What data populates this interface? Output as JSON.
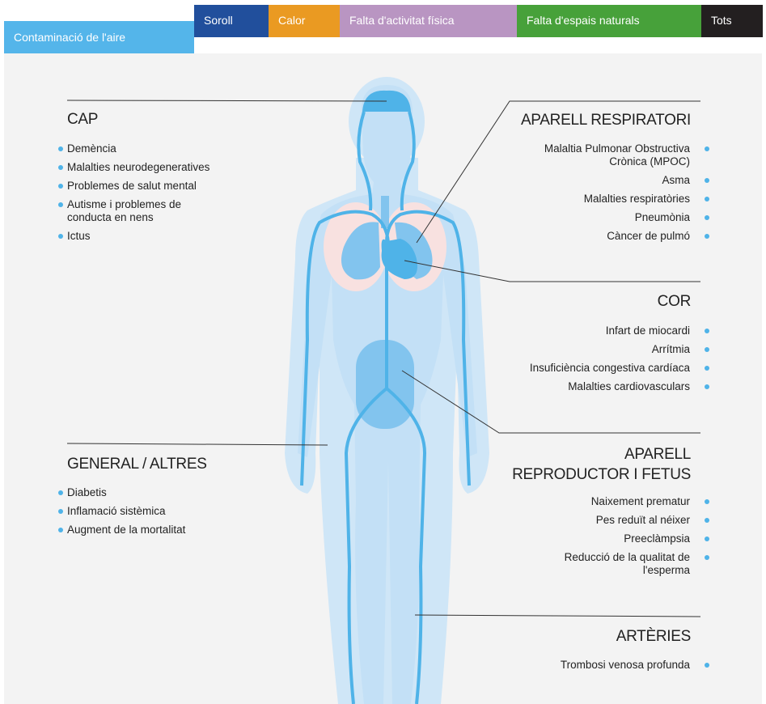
{
  "tabs": [
    {
      "label": "Contaminació de l'aire",
      "color": "#54b5ea",
      "active": true
    },
    {
      "label": "Soroll",
      "color": "#214f9c"
    },
    {
      "label": "Calor",
      "color": "#ea9a22"
    },
    {
      "label": "Falta d'activitat física",
      "color": "#b995c2"
    },
    {
      "label": "Falta d'espais naturals",
      "color": "#47a13a"
    },
    {
      "label": "Tots",
      "color": "#231f20"
    }
  ],
  "sections": {
    "cap": {
      "title": "CAP",
      "items": [
        "Demència",
        "Malalties neurodegeneratives",
        "Problemes de salut mental",
        "Autisme i problemes de conducta en nens",
        "Ictus"
      ]
    },
    "general": {
      "title": "GENERAL / ALTRES",
      "items": [
        "Diabetis",
        "Inflamació sistèmica",
        "Augment de la mortalitat"
      ]
    },
    "respiratori": {
      "title": "APARELL RESPIRATORI",
      "items": [
        "Malaltia Pulmonar Obstructiva Crònica (MPOC)",
        "Asma",
        "Malalties respiratòries",
        "Pneumònia",
        "Càncer de pulmó"
      ]
    },
    "cor": {
      "title": "COR",
      "items": [
        "Infart de miocardi",
        "Arrítmia",
        "Insuficiència congestiva cardíaca",
        "Malalties cardiovasculars"
      ]
    },
    "reproductor": {
      "title": "APARELL REPRODUCTOR I FETUS",
      "items": [
        "Naixement prematur",
        "Pes reduït al néixer",
        "Preeclàmpsia",
        "Reducció de la qualitat de l'esperma"
      ]
    },
    "arteries": {
      "title": "ARTÈRIES",
      "items": [
        "Trombosi venosa profunda"
      ]
    }
  }
}
